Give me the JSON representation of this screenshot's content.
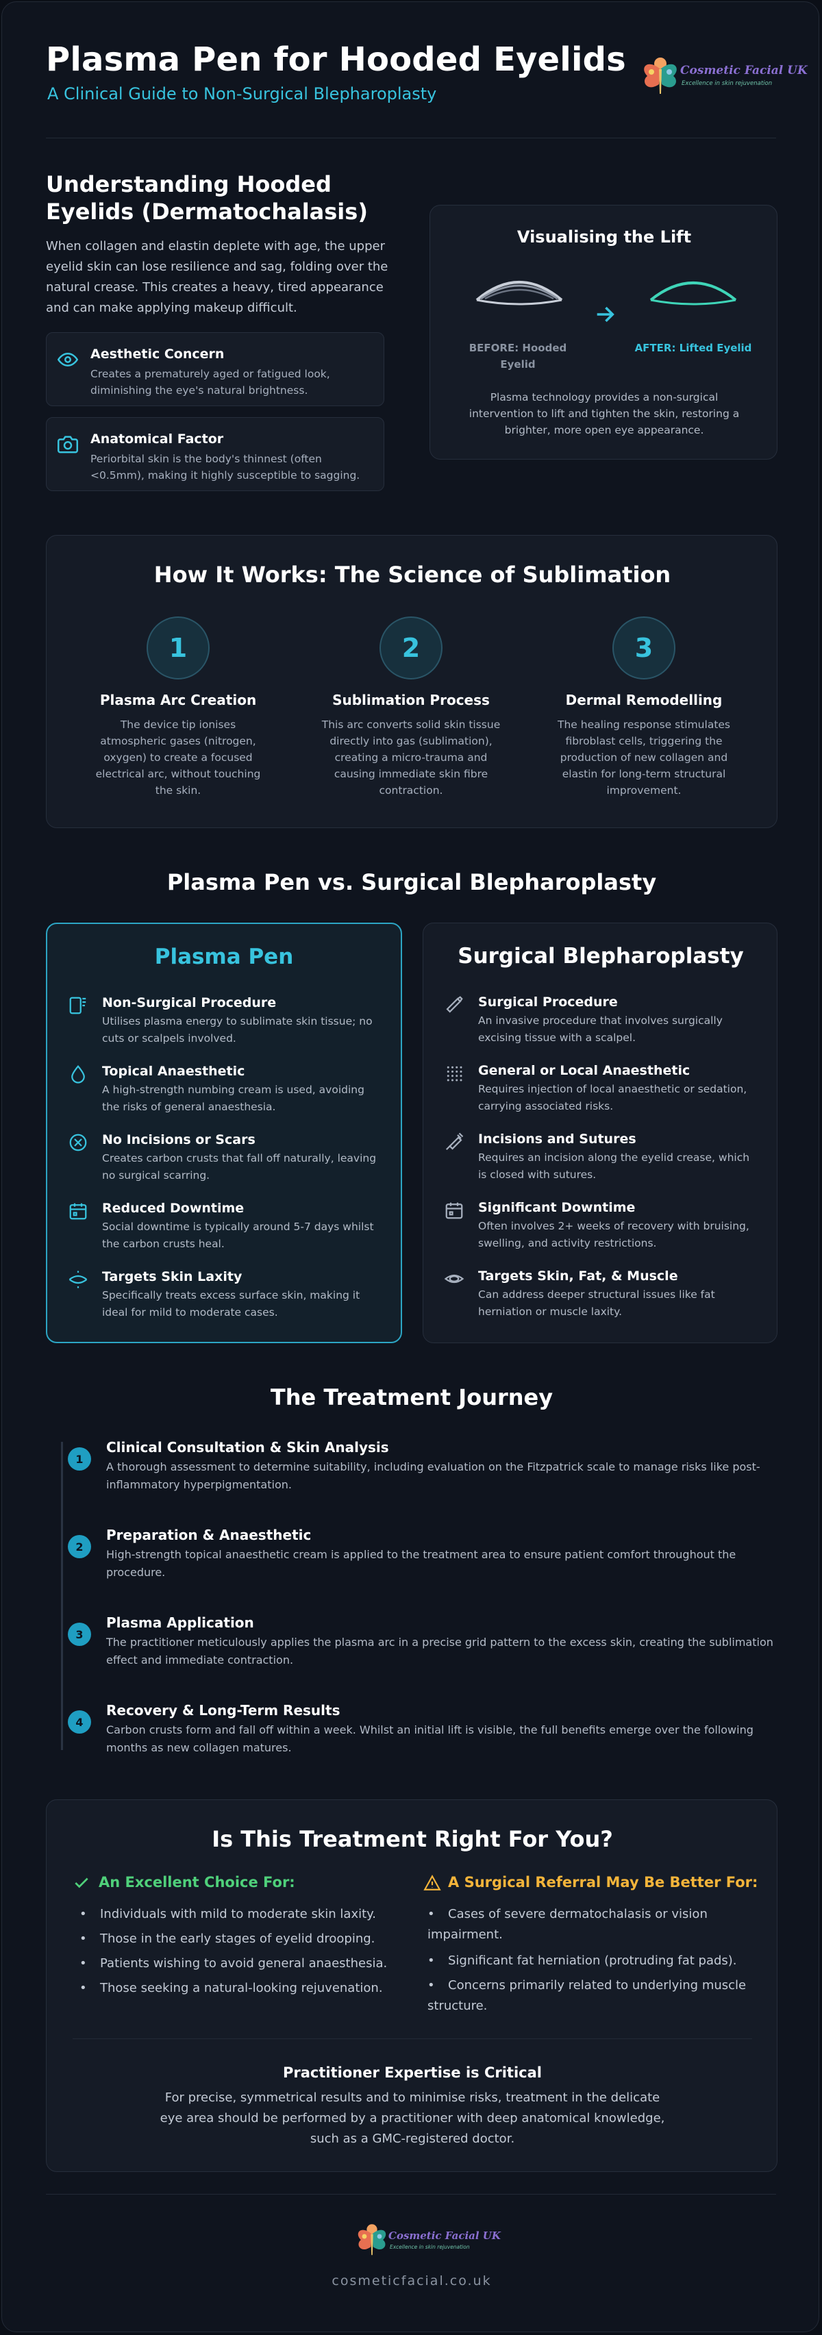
{
  "header": {
    "title": "Plasma Pen for Hooded Eyelids",
    "subtitle": "A Clinical Guide to Non-Surgical Blepharoplasty",
    "logo_text": "Cosmetic Facial UK",
    "logo_tagline": "Excellence in skin rejuvenation"
  },
  "understanding": {
    "title": "Understanding Hooded Eyelids (Dermatochalasis)",
    "intro": "When collagen and elastin deplete with age, the upper eyelid skin can lose resilience and sag, folding over the natural crease. This creates a heavy, tired appearance and can make applying makeup difficult.",
    "items": [
      {
        "title": "Aesthetic Concern",
        "text": "Creates a prematurely aged or fatigued look, diminishing the eye's natural brightness."
      },
      {
        "title": "Anatomical Factor",
        "text": "Periorbital skin is the body's thinnest (often <0.5mm), making it highly susceptible to sagging."
      }
    ]
  },
  "visual": {
    "title": "Visualising the Lift",
    "before_label": "BEFORE: Hooded Eyelid",
    "after_label": "AFTER: Lifted Eyelid",
    "caption": "Plasma technology provides a non-surgical intervention to lift and tighten the skin, restoring a brighter, more open eye appearance."
  },
  "how": {
    "title": "How It Works: The Science of Sublimation",
    "steps": [
      {
        "num": "1",
        "title": "Plasma Arc Creation",
        "text": "The device tip ionises atmospheric gases (nitrogen, oxygen) to create a focused electrical arc, without touching the skin."
      },
      {
        "num": "2",
        "title": "Sublimation Process",
        "text": "This arc converts solid skin tissue directly into gas (sublimation), creating a micro-trauma and causing immediate skin fibre contraction."
      },
      {
        "num": "3",
        "title": "Dermal Remodelling",
        "text": "The healing response stimulates fibroblast cells, triggering the production of new collagen and elastin for long-term structural improvement."
      }
    ]
  },
  "comparison": {
    "title": "Plasma Pen vs. Surgical Blepharoplasty",
    "plasma": {
      "title": "Plasma Pen",
      "items": [
        {
          "title": "Non-Surgical Procedure",
          "text": "Utilises plasma energy to sublimate skin tissue; no cuts or scalpels involved."
        },
        {
          "title": "Topical Anaesthetic",
          "text": "A high-strength numbing cream is used, avoiding the risks of general anaesthesia."
        },
        {
          "title": "No Incisions or Scars",
          "text": "Creates carbon crusts that fall off naturally, leaving no surgical scarring."
        },
        {
          "title": "Reduced Downtime",
          "text": "Social downtime is typically around 5-7 days whilst the carbon crusts heal."
        },
        {
          "title": "Targets Skin Laxity",
          "text": "Specifically treats excess surface skin, making it ideal for mild to moderate cases."
        }
      ]
    },
    "surgical": {
      "title": "Surgical Blepharoplasty",
      "items": [
        {
          "title": "Surgical Procedure",
          "text": "An invasive procedure that involves surgically excising tissue with a scalpel."
        },
        {
          "title": "General or Local Anaesthetic",
          "text": "Requires injection of local anaesthetic or sedation, carrying associated risks."
        },
        {
          "title": "Incisions and Sutures",
          "text": "Requires an incision along the eyelid crease, which is closed with sutures."
        },
        {
          "title": "Significant Downtime",
          "text": "Often involves 2+ weeks of recovery with bruising, swelling, and activity restrictions."
        },
        {
          "title": "Targets Skin, Fat, & Muscle",
          "text": "Can address deeper structural issues like fat herniation or muscle laxity."
        }
      ]
    }
  },
  "journey": {
    "title": "The Treatment Journey",
    "steps": [
      {
        "num": "1",
        "title": "Clinical Consultation & Skin Analysis",
        "text": "A thorough assessment to determine suitability, including evaluation on the Fitzpatrick scale to manage risks like post-inflammatory hyperpigmentation."
      },
      {
        "num": "2",
        "title": "Preparation & Anaesthetic",
        "text": "High-strength topical anaesthetic cream is applied to the treatment area to ensure patient comfort throughout the procedure."
      },
      {
        "num": "3",
        "title": "Plasma Application",
        "text": "The practitioner meticulously applies the plasma arc in a precise grid pattern to the excess skin, creating the sublimation effect and immediate contraction."
      },
      {
        "num": "4",
        "title": "Recovery & Long-Term Results",
        "text": "Carbon crusts form and fall off within a week. Whilst an initial lift is visible, the full benefits emerge over the following months as new collagen matures."
      }
    ]
  },
  "right": {
    "title": "Is This Treatment Right For You?",
    "good": {
      "title": "An Excellent Choice For:",
      "items": [
        "Individuals with mild to moderate skin laxity.",
        "Those in the early stages of eyelid drooping.",
        "Patients wishing to avoid general anaesthesia.",
        "Those seeking a natural-looking rejuvenation."
      ]
    },
    "referral": {
      "title": "A Surgical Referral May Be Better For:",
      "items": [
        "Cases of severe dermatochalasis or vision impairment.",
        "Significant fat herniation (protruding fat pads).",
        "Concerns primarily related to underlying muscle structure."
      ]
    },
    "expertise_title": "Practitioner Expertise is Critical",
    "expertise_text": "For precise, symmetrical results and to minimise risks, treatment in the delicate eye area should be performed by a practitioner with deep anatomical knowledge, such as a GMC-registered doctor."
  },
  "footer": {
    "logo_text": "Cosmetic Facial UK",
    "logo_tagline": "Excellence in skin rejuvenation",
    "site": "cosmeticfacial.co.uk"
  },
  "colors": {
    "accent": "#38c3de",
    "good": "#4fd07a",
    "warning": "#f3b43a",
    "background": "#0f141e",
    "card": "#151b26"
  }
}
